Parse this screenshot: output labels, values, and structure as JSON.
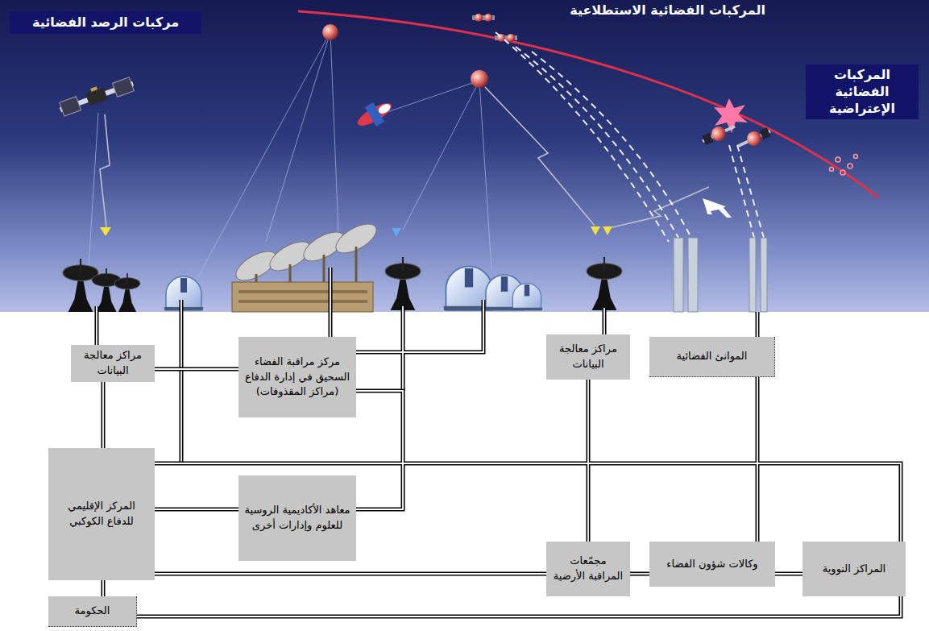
{
  "diagram": {
    "nodes": [
      {
        "text": [
          "مركبات الرصد الفضائية"
        ]
      },
      {
        "text": [
          "المركبات الفضائية الإعتراضية"
        ]
      },
      {
        "text": [
          "الموانئ الفضائية"
        ]
      },
      {
        "text": [
          "مراكز معالجة البيانات"
        ]
      },
      {
        "text": [
          "مركز مراقبة الفضاء السحيق في إدارة الدفاع (مراكز المقذوفات)"
        ]
      },
      {
        "text": [
          "مراكز معالجة البيانات"
        ]
      },
      {
        "text": [
          "معاهد الأكاديمية الروسية للعلوم وإدارات أخرى"
        ]
      },
      {
        "text": [
          "المركز الإقليمي للدفاع الكوكبي"
        ]
      },
      {
        "text": [
          "المراكز النووية"
        ]
      },
      {
        "text": [
          "وكالات شؤون الفضاء"
        ]
      },
      {
        "text": [
          "مجمّعات المراقبة الأرضية"
        ]
      },
      {
        "text": [
          "الحكومة"
        ]
      }
    ],
    "edges": [
      {
        "from": 5,
        "to": 7,
        "arrow": "none"
      },
      {
        "from": 5,
        "to": 4,
        "arrow": "none"
      },
      {
        "from": 7,
        "to": 6,
        "arrow": "none"
      },
      {
        "from": 7,
        "to": 8,
        "arrow": "none"
      },
      {
        "from": 7,
        "to": 10,
        "arrow": "none"
      },
      {
        "from": 10,
        "to": 9,
        "arrow": "none"
      },
      {
        "from": 9,
        "to": 8,
        "arrow": "none"
      },
      {
        "from": 2,
        "to": 9,
        "arrow": "none"
      },
      {
        "from": 3,
        "to": 10,
        "arrow": "none"
      },
      {
        "from": 7,
        "to": 11,
        "arrow": "none"
      },
      {
        "from": 11,
        "to": 8,
        "arrow": "none"
      },
      {
        "from": 4,
        "to": 6,
        "arrow": "none"
      }
    ],
    "labels": [
      "المركبات الفضائية الاستطلاعية"
    ]
  }
}
